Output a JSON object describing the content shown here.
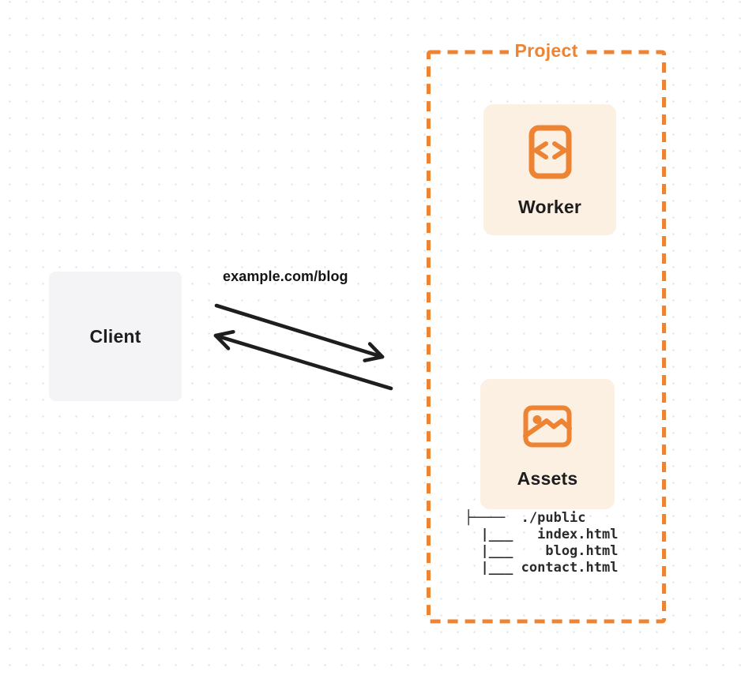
{
  "client": {
    "label": "Client"
  },
  "request": {
    "label": "example.com/blog"
  },
  "project": {
    "label": "Project",
    "worker": {
      "label": "Worker",
      "icon": "code-file-icon"
    },
    "assets": {
      "label": "Assets",
      "icon": "image-icon",
      "file_tree": "├────  ./public\n  |___   index.html\n  |___    blog.html\n  |___ contact.html",
      "files": [
        "./public",
        "index.html",
        "blog.html",
        "contact.html"
      ]
    }
  },
  "icons": {
    "worker": "code-file-icon",
    "assets": "image-icon",
    "request_arrow": "arrow-to-project",
    "response_arrow": "arrow-to-client"
  },
  "colors": {
    "accent_orange": "#ec8433",
    "card_peach_bg": "#fcf0e3",
    "client_gray_bg": "#f4f4f6",
    "arrow_black": "#1e1e1e",
    "label_text": "#1d1d1f",
    "tree_text": "#2a2a2a",
    "grid_dot": "#e1e1e1"
  }
}
